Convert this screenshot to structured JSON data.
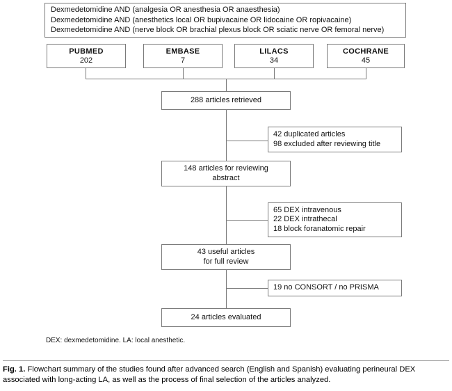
{
  "figure": {
    "number_label": "Fig. 1.",
    "caption": "Flowchart summary of the studies found after advanced search (English and Spanish) evaluating perineural DEX associated with long-acting LA, as well as the process of final selection of the articles analyzed.",
    "footnote": "DEX: dexmedetomidine. LA: local anesthetic."
  },
  "query_box": {
    "lines": [
      "Dexmedetomidine AND (analgesia OR anesthesia OR anaesthesia)",
      "Dexmedetomidine AND (anesthetics local OR bupivacaine OR lidocaine OR ropivacaine)",
      "Dexmedetomidine AND (nerve block OR brachial plexus block OR sciatic nerve OR femoral nerve)"
    ]
  },
  "databases": [
    {
      "name": "PUBMED",
      "count": "202"
    },
    {
      "name": "EMBASE",
      "count": "7"
    },
    {
      "name": "LILACS",
      "count": "34"
    },
    {
      "name": "COCHRANE",
      "count": "45"
    }
  ],
  "main_boxes": [
    {
      "lines": [
        "288 articles retrieved"
      ]
    },
    {
      "lines": [
        "148 articles for reviewing",
        "abstract"
      ]
    },
    {
      "lines": [
        "43 useful articles",
        "for full review"
      ]
    },
    {
      "lines": [
        "24 articles evaluated"
      ]
    }
  ],
  "exclusion_boxes": [
    {
      "lines": [
        "42 duplicated articles",
        "98 excluded after reviewing title"
      ]
    },
    {
      "lines": [
        "65 DEX intravenous",
        "22 DEX intrathecal",
        "18 block foranatomic repair"
      ]
    },
    {
      "lines": [
        "19 no CONSORT / no PRISMA"
      ]
    }
  ],
  "colors": {
    "border": "#7a7a7a",
    "text": "#111111",
    "background": "#ffffff"
  }
}
